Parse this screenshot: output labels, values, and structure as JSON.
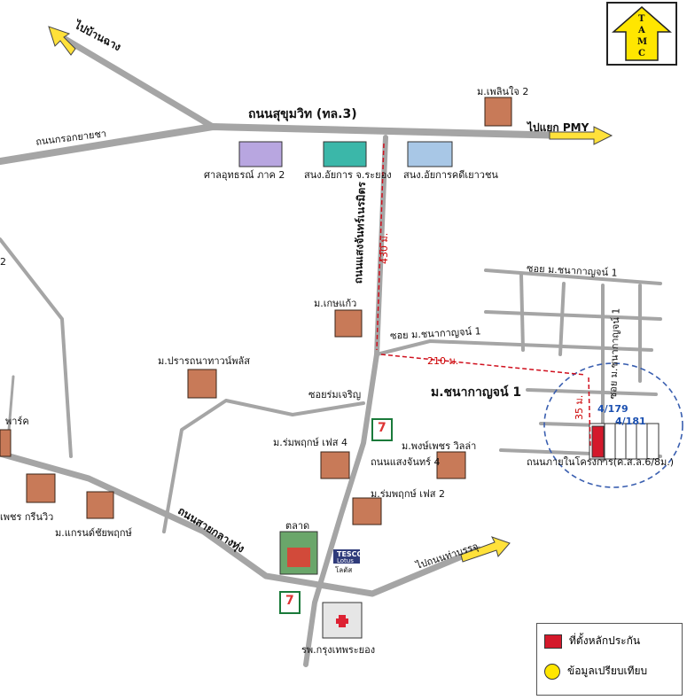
{
  "logo": {
    "text": "TAMC",
    "letters": [
      "T",
      "A",
      "M",
      "C"
    ]
  },
  "roads": {
    "sukhumvit": "ถนนสุขุมวิท (ทล.3)",
    "to_pmy": "ไปแยก PMY",
    "to_ban_chang": "ไปบ้านฉาง",
    "krokyaicha": "ถนนกรอกยายชา",
    "saengchan": "ถนนแสงจันทร์เนรมิตร",
    "saengchan4": "ถนนแสงจันทร์ 4",
    "soi_chanakan1": "ซอย ม.ชนากาญจน์ 1",
    "soi_chanakan1_top": "ซอย ม.ชนากาญจน์ 1",
    "soi_chanakan1_vert": "ซอย ม.ชนากาญจน์ 1",
    "soi_romcharoen": "ซอยร่มเจริญ",
    "saiklangthung": "ถนนสายกลางทุ่ง",
    "to_tabrarak": "ไปถนนท่าบรรจุ",
    "project_road": "ถนนภายในโครงการ(ค.ส.ล.6/8ม.)"
  },
  "places": {
    "court": "ศาลอุทธรณ์ ภาค 2",
    "prosecutor": "สนง.อัยการ จ.ระยอง",
    "youth_prosecutor": "สนง.อัยการคดีเยาวชน",
    "pleonjai2": "ม.เพลินใจ 2",
    "kasetkaew": "ม.เกษแก้ว",
    "pranthana": "ม.ปรารถนาทาวน์พลัส",
    "rompruk4": "ม.ร่มพฤกษ์ เฟส 4",
    "rompruk2": "ม.ร่มพฤกษ์ เฟส 2",
    "pongpetch": "ม.พงษ์เพชร วิลล่า",
    "chanakan1": "ม.ชนากาญจน์ 1",
    "grand_chaiyapruk": "ม.แกรนด์ชัยพฤกษ์",
    "petch_greenview": "เพชร กรีนวิว",
    "park": "พาร์ค",
    "market": "ตลาด",
    "tesco_brand": "TESCO",
    "tesco_sub": "Lotus",
    "tesco_thai": "โลตัส",
    "hospital": "รพ.กรุงเทพระยอง",
    "seven_eleven": "7",
    "edge_num": "2"
  },
  "distances": {
    "d430": "430 ม.",
    "d210": "210 ม.",
    "d35": "35 ม."
  },
  "plots": {
    "p179": "4/179",
    "p181": "4/181"
  },
  "legend": {
    "collateral": "ที่ตั้งหลักประกัน",
    "comparison": "ข้อมูลเปรียบเทียบ"
  },
  "colors": {
    "road": "#a5a5a5",
    "distance": "#d0101e",
    "collateral": "#d4192b",
    "comparison": "#ffe600",
    "circle": "#3a5fb0",
    "arrow": "#ffe13a"
  }
}
